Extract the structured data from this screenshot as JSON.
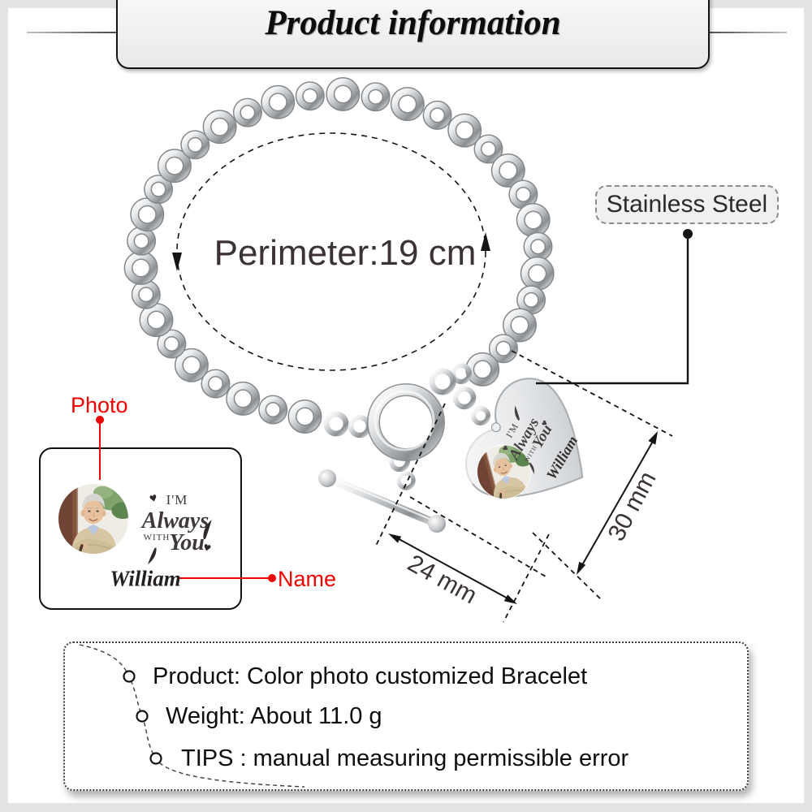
{
  "page": {
    "title": "Product information"
  },
  "bracelet": {
    "perimeter_label": "Perimeter:19 cm",
    "material_label": "Stainless Steel",
    "width_label": "24 mm",
    "height_label": "30 mm"
  },
  "design": {
    "line1": "I'M",
    "line2": "Always",
    "line3": "WITH",
    "line4": "You",
    "name": "William",
    "heart_icon": "♥"
  },
  "callouts": {
    "photo_label": "Photo",
    "name_label": "Name"
  },
  "info_box": {
    "items": [
      "Product: Color photo customized Bracelet",
      "Weight: About 11.0 g",
      "TIPS : manual measuring permissible error"
    ]
  },
  "colors": {
    "accent_red": "#ee0202",
    "silver": "#c9cbce",
    "ink": "#141414",
    "engraving": "#463f41",
    "page_margin": "#e4e4e4"
  }
}
